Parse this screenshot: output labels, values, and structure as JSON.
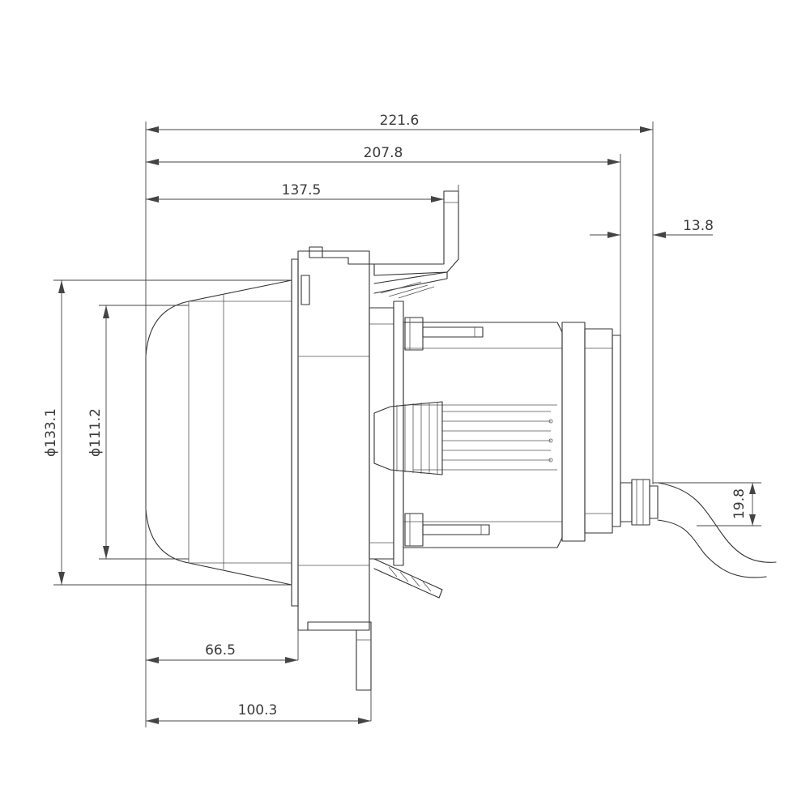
{
  "dimensions": {
    "total_length": "221.6",
    "body_length": "207.8",
    "flange_to_clip": "137.5",
    "cable_gland": "13.8",
    "outer_diameter": "ϕ133.1",
    "inner_diameter": "ϕ111.2",
    "cable_height": "19.8",
    "lens_depth": "66.5",
    "front_depth": "100.3"
  }
}
